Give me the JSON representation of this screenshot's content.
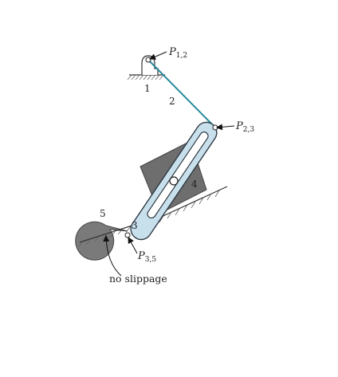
{
  "labels": {
    "link1": "1",
    "link2": "2",
    "link3": "3",
    "link4": "4",
    "link5": "5",
    "p12_main": "P",
    "p12_sub": "1,2",
    "p23_main": "P",
    "p23_sub": "2,3",
    "p35_main": "P",
    "p35_sub": "3,5",
    "note": "no slippage"
  },
  "colors": {
    "link2": "#2a8a9c",
    "link3_fill": "#c8dfec",
    "link3_stroke": "#2e3a44",
    "block4_fill": "#6e6e6e",
    "body_fill": "#7a7a7a",
    "hatch": "#555555"
  }
}
